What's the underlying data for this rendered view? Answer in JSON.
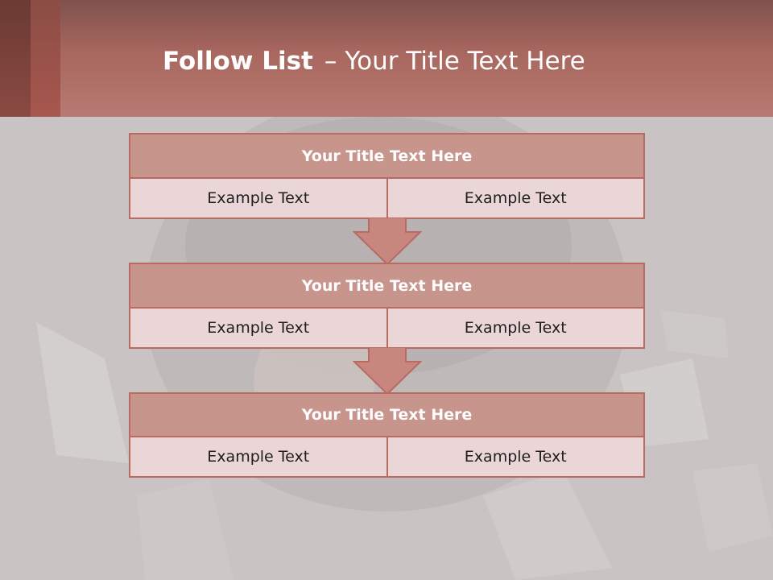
{
  "slide": {
    "title_bold": "Follow List",
    "title_separator": "–",
    "title_rest": "Your Title Text Here"
  },
  "blocks": [
    {
      "title": "Your Title Text Here",
      "left": "Example Text",
      "right": "Example Text"
    },
    {
      "title": "Your Title Text Here",
      "left": "Example Text",
      "right": "Example Text"
    },
    {
      "title": "Your Title Text Here",
      "left": "Example Text",
      "right": "Example Text"
    }
  ],
  "colors": {
    "header": "#b77a72",
    "block_title_fill": "#c8958c",
    "block_cell_fill": "#ead6d6",
    "border": "#b96a62",
    "arrow": "#c8877e"
  }
}
